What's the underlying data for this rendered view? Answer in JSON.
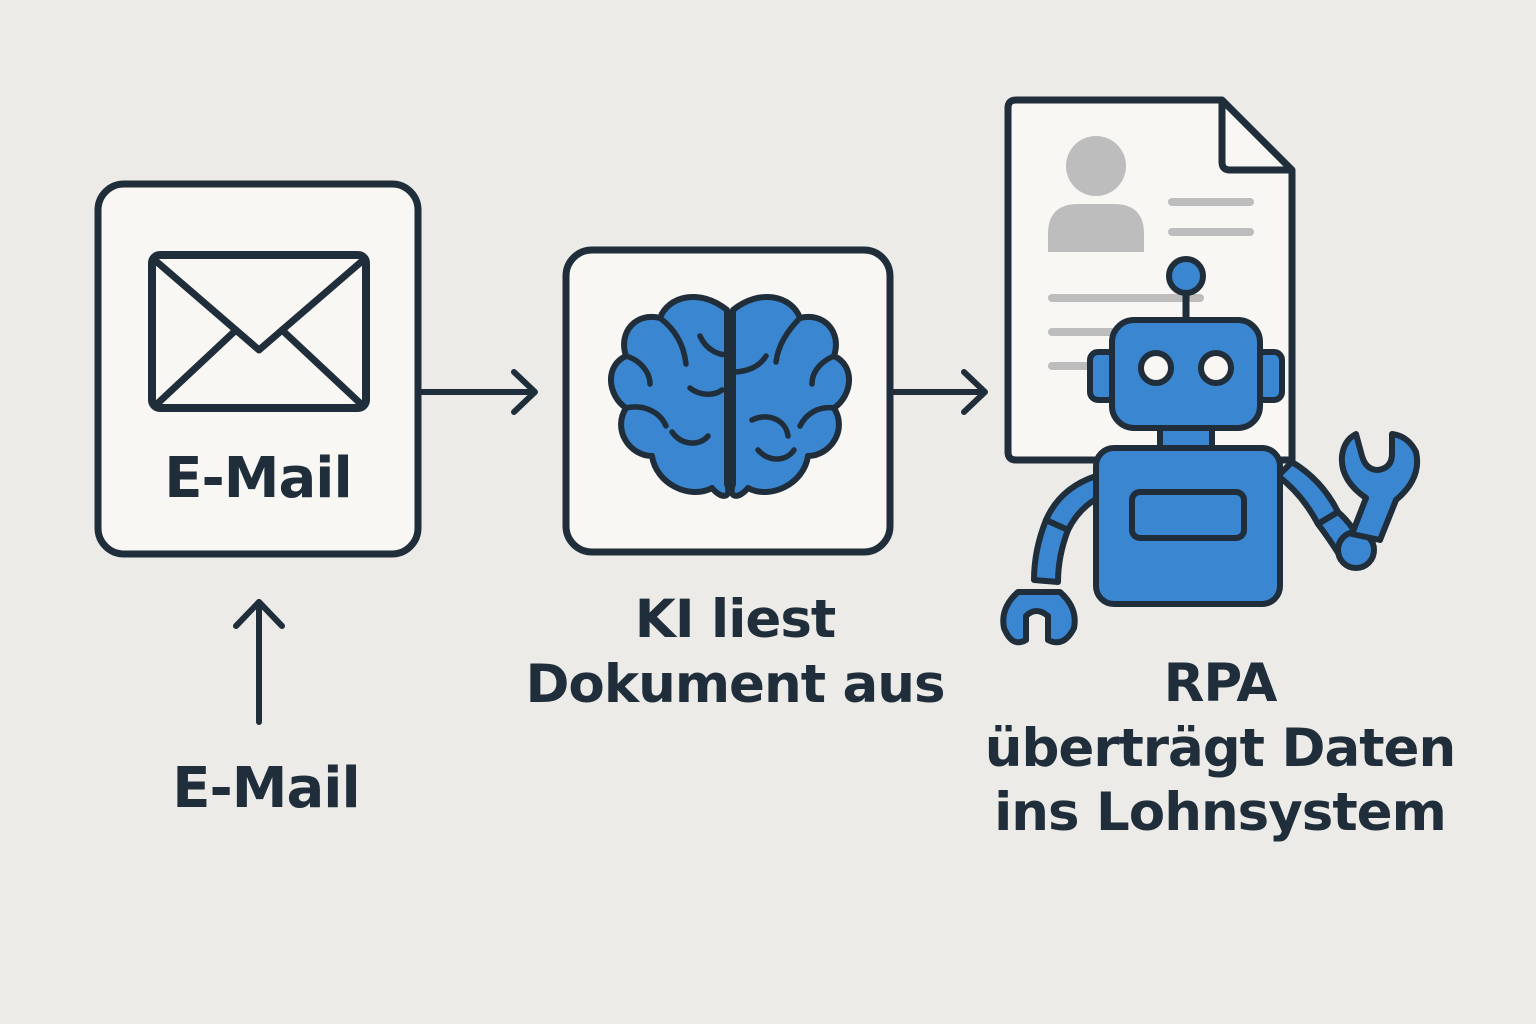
{
  "nodes": [
    {
      "id": "email",
      "box_label": "E-Mail",
      "icon": "envelope-icon"
    },
    {
      "id": "ki",
      "label_lines": [
        "KI liest",
        "Dokument aus"
      ],
      "icon": "brain-icon"
    },
    {
      "id": "rpa",
      "label_lines": [
        "RPA",
        "überträgt Daten",
        "ins Lohnsystem"
      ],
      "icon": "robot-icon"
    }
  ],
  "input_label": "E-Mail",
  "extra_icons": [
    "document-icon",
    "person-avatar-icon",
    "wrench-icon"
  ],
  "colors": {
    "background": "#ECEBE7",
    "box_fill": "#F8F7F3",
    "outline": "#1F2E3A",
    "accent_blue": "#3A86D0",
    "document_gray": "#BDBDBD"
  }
}
